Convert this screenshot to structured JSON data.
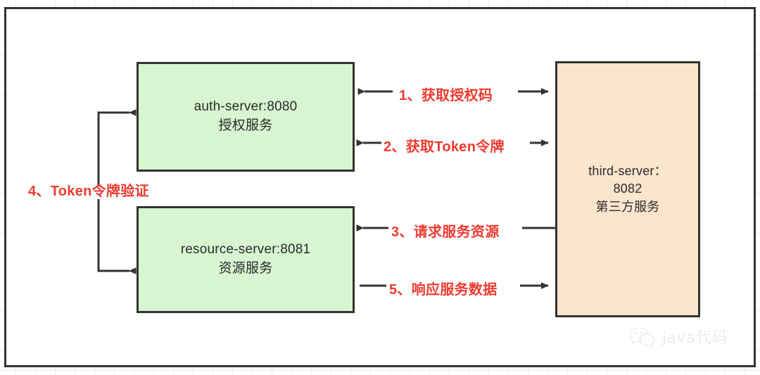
{
  "diagram": {
    "title": "OAuth2 third-party authorization flow",
    "colors": {
      "node_green": "#d6f5d0",
      "node_orange": "#fae5cd",
      "stroke": "#33332f",
      "label_red": "#ef3b30",
      "canvas": "#ffffff",
      "grid": "#ececec"
    },
    "nodes": [
      {
        "id": "auth-server",
        "line1": "auth-server:8080",
        "line2": "授权服务",
        "fill": "#d6f5d0"
      },
      {
        "id": "resource-server",
        "line1": "resource-server:8081",
        "line2": "资源服务",
        "fill": "#d6f5d0"
      },
      {
        "id": "third-server",
        "line1": "third-server：",
        "line2": "8082",
        "line3": "第三方服务",
        "fill": "#fae5cd"
      }
    ],
    "edges": [
      {
        "id": "edge-1",
        "label": "1、获取授权码",
        "from": "auth-server",
        "to": "third-server",
        "direction": "both"
      },
      {
        "id": "edge-2",
        "label": "2、获取Token令牌",
        "from": "auth-server",
        "to": "third-server",
        "direction": "both"
      },
      {
        "id": "edge-3",
        "label": "3、请求服务资源",
        "from": "third-server",
        "to": "resource-server",
        "direction": "left"
      },
      {
        "id": "edge-4",
        "label": "4、Token令牌验证",
        "from": "resource-server",
        "to": "auth-server",
        "direction": "both-right"
      },
      {
        "id": "edge-5",
        "label": "5、响应服务数据",
        "from": "resource-server",
        "to": "third-server",
        "direction": "right"
      }
    ],
    "watermark": {
      "text": "java代码",
      "icon": "wechat-icon"
    }
  }
}
